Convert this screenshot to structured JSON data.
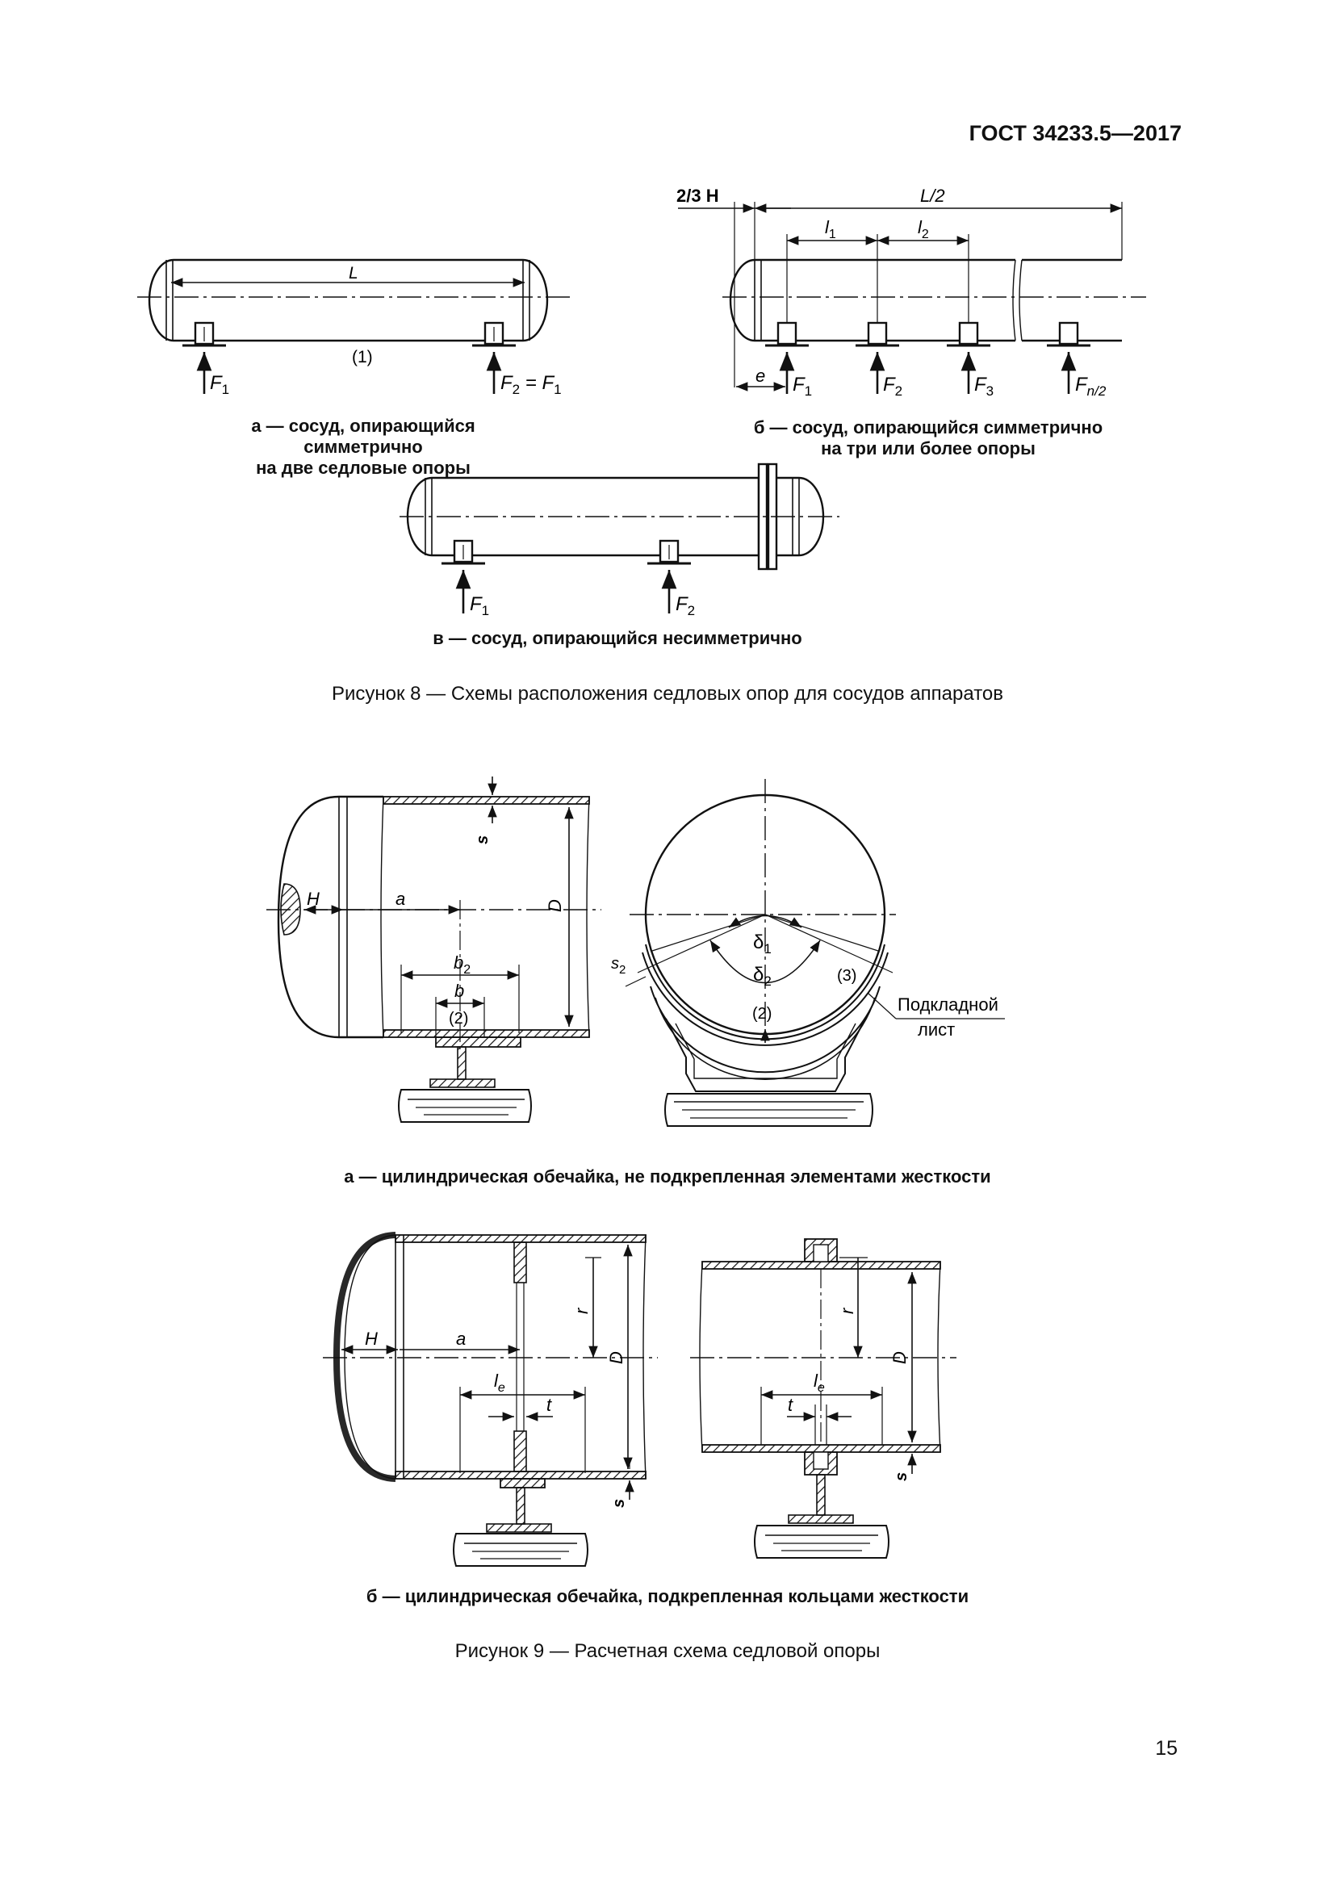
{
  "header": {
    "standard": "ГОСТ 34233.5—2017"
  },
  "page_number": "15",
  "figure8": {
    "title": "Рисунок 8 — Схемы расположения седловых опор для сосудов аппаратов",
    "a": {
      "caption_line1": "а — сосуд, опирающийся симметрично",
      "caption_line2": "на две седловые опоры",
      "L": "L",
      "mark": "(1)",
      "F1": "F",
      "F1_sub": "1",
      "F2": "F",
      "F2_sub": "2",
      "eq": " = F",
      "eq_sub": "1"
    },
    "b": {
      "caption_line1": "б — сосуд, опирающийся симметрично",
      "caption_line2": "на три или более опоры",
      "two_thirds_H": "2/3 H",
      "L_half": "L/2",
      "l": "l",
      "l1_sub": "1",
      "l2_sub": "2",
      "e": "e",
      "F": "F",
      "F1_sub": "1",
      "F2_sub": "2",
      "F3_sub": "3",
      "Fn_sub": "n/2"
    },
    "c": {
      "caption": "в — сосуд, опирающийся несимметрично",
      "F": "F",
      "F1_sub": "1",
      "F2_sub": "2"
    }
  },
  "figure9": {
    "title": "Рисунок 9 — Расчетная схема седловой опоры",
    "a": {
      "caption": "а — цилиндрическая обечайка, не подкрепленная элементами жесткости",
      "s": "s",
      "H": "H",
      "a": "a",
      "D": "D",
      "b2": "b",
      "b2_sub": "2",
      "b": "b",
      "mark2": "(2)",
      "mark2b": "(2)",
      "mark3": "(3)",
      "delta": "δ",
      "d1_sub": "1",
      "d2_sub": "2",
      "s2": "s",
      "s2_sub": "2",
      "pad_label1": "Подкладной",
      "pad_label2": "лист"
    },
    "b": {
      "caption": "б — цилиндрическая обечайка, подкрепленная кольцами жесткости",
      "H": "H",
      "a": "a",
      "r": "r",
      "D": "D",
      "le": "l",
      "le_sub": "e",
      "t": "t",
      "s": "s",
      "r2": "r",
      "D2": "D",
      "le2": "l",
      "le2_sub": "e",
      "t2": "t",
      "s2": "s"
    }
  }
}
